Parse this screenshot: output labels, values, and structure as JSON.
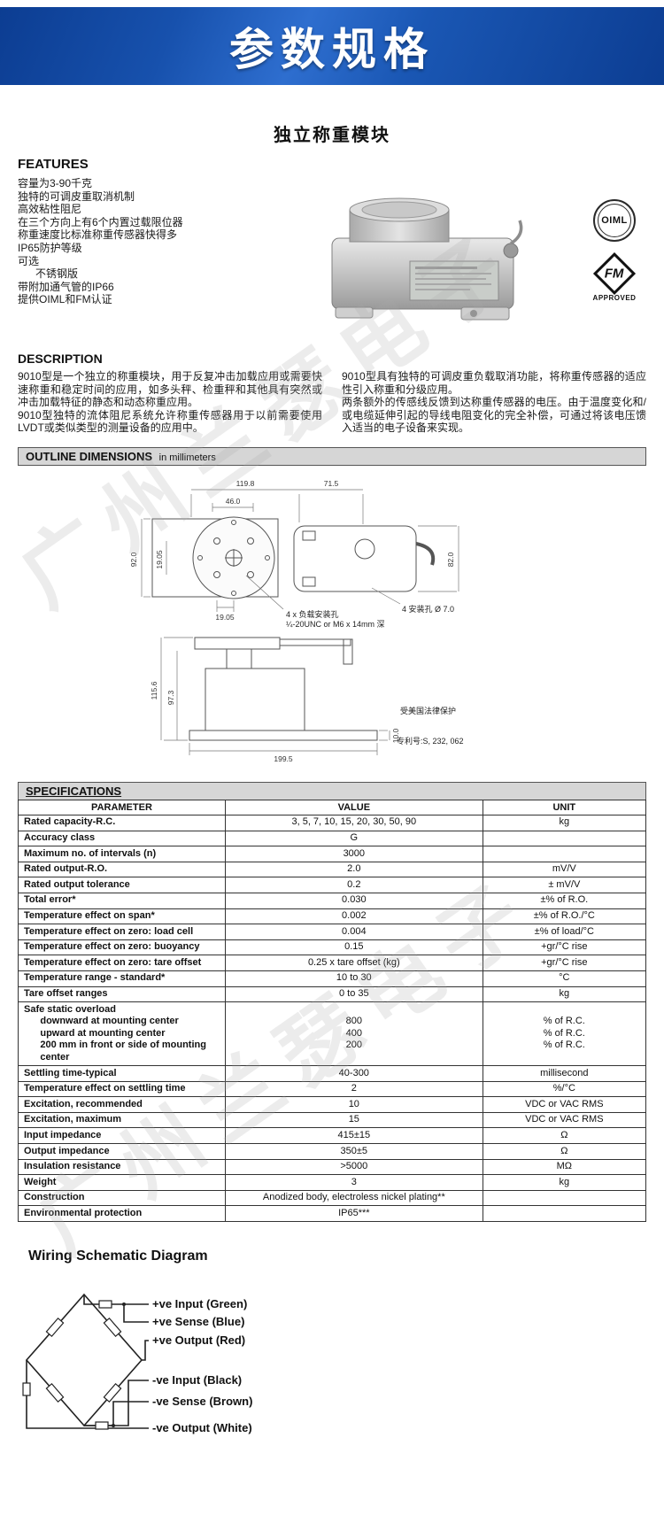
{
  "banner": {
    "title": "参数规格"
  },
  "watermark": {
    "text": "广州兰瑟电子"
  },
  "product": {
    "title": "独立称重模块"
  },
  "features": {
    "heading": "FEATURES",
    "items": [
      "容量为3-90千克",
      "独特的可调皮重取消机制",
      "高效粘性阻尼",
      "在三个方向上有6个内置过载限位器",
      "称重速度比标准称重传感器快得多",
      "IP65防护等级",
      "可选",
      "      不锈钢版",
      "带附加通气管的IP66",
      "提供OIML和FM认证"
    ]
  },
  "badges": {
    "oiml": "OIML",
    "fm": "FM",
    "fm_approved": "APPROVED"
  },
  "description": {
    "heading": "DESCRIPTION",
    "left": "9010型是一个独立的称重模块，用于反复冲击加载应用或需要快速称重和稳定时间的应用，如多头秤、检重秤和其他具有突然或冲击加载特征的静态和动态称重应用。\n9010型独特的流体阻尼系统允许称重传感器用于以前需要使用LVDT或类似类型的测量设备的应用中。",
    "right": "9010型具有独特的可调皮重负载取消功能，将称重传感器的适应性引入称重和分级应用。\n两条额外的传感线反馈到达称重传感器的电压。由于温度变化和/或电缆延伸引起的导线电阻变化的完全补偿，可通过将该电压馈入适当的电子设备来实现。"
  },
  "outline": {
    "heading": "OUTLINE DIMENSIONS",
    "subheading": "in millimeters",
    "dims": {
      "top_width_left": "119.8",
      "top_width_right": "71.5",
      "flange_width": "46.0",
      "plate_height": "92.0",
      "hole_offset_v": "19.05",
      "body_height": "82.0",
      "hole_offset_h": "19.05",
      "load_holes_note_1": "4 x 负载安装孔",
      "load_holes_note_2": "¼-20UNC or M6 x 14mm 深",
      "mount_holes_note": "4 安装孔 Ø 7.0",
      "side_height_total": "115.6",
      "side_height_body": "97.3",
      "base_thickness": "10.0",
      "base_length": "199.5",
      "patent_line1": "受美国法律保护",
      "patent_line2": "专利号:S, 232, 062"
    }
  },
  "specifications": {
    "heading": "SPECIFICATIONS",
    "columns": [
      "PARAMETER",
      "VALUE",
      "UNIT"
    ],
    "rows": [
      {
        "param": "Rated capacity-R.C.",
        "value": "3, 5, 7, 10, 15, 20, 30, 50, 90",
        "unit": "kg"
      },
      {
        "param": "Accuracy class",
        "value": "G",
        "unit": ""
      },
      {
        "param": "Maximum no. of intervals (n)",
        "value": "3000",
        "unit": ""
      },
      {
        "param": "Rated output-R.O.",
        "value": "2.0",
        "unit": "mV/V"
      },
      {
        "param": "Rated output tolerance",
        "value": "0.2",
        "unit": "± mV/V"
      },
      {
        "param": "Total error*",
        "value": "0.030",
        "unit": "±% of R.O."
      },
      {
        "param": "Temperature effect on span*",
        "value": "0.002",
        "unit": "±% of R.O./°C"
      },
      {
        "param": "Temperature effect on zero: load cell",
        "value": "0.004",
        "unit": "±% of load/°C"
      },
      {
        "param": "Temperature effect on zero: buoyancy",
        "value": "0.15",
        "unit": "+gr/°C rise"
      },
      {
        "param": "Temperature effect on zero: tare offset",
        "value": "0.25 x tare offset (kg)",
        "unit": "+gr/°C rise"
      },
      {
        "param": "Temperature range - standard*",
        "value": "10 to 30",
        "unit": "°C"
      },
      {
        "param": "Tare offset ranges",
        "value": "0 to 35",
        "unit": "kg"
      },
      {
        "param": "Safe static overload\n      downward at mounting center\n      upward at mounting center\n      200 mm in front or side of mounting\n      center",
        "value": "\n800\n400\n200",
        "unit": "\n% of R.C.\n% of R.C.\n% of R.C."
      },
      {
        "param": "Settling time-typical",
        "value": "40-300",
        "unit": "millisecond"
      },
      {
        "param": "Temperature effect on settling time",
        "value": "2",
        "unit": "%/°C"
      },
      {
        "param": "Excitation, recommended",
        "value": "10",
        "unit": "VDC or VAC RMS"
      },
      {
        "param": "Excitation, maximum",
        "value": "15",
        "unit": "VDC or VAC RMS"
      },
      {
        "param": "Input impedance",
        "value": "415±15",
        "unit": "Ω"
      },
      {
        "param": "Output impedance",
        "value": "350±5",
        "unit": "Ω"
      },
      {
        "param": "Insulation resistance",
        "value": ">5000",
        "unit": "MΩ"
      },
      {
        "param": "Weight",
        "value": "3",
        "unit": "kg"
      },
      {
        "param": "Construction",
        "value": "Anodized body, electroless nickel plating**",
        "unit": ""
      },
      {
        "param": "Environmental protection",
        "value": "IP65***",
        "unit": ""
      }
    ]
  },
  "wiring": {
    "heading": "Wiring Schematic Diagram",
    "labels": [
      "+ve Input  (Green)",
      "+ve Sense  (Blue)",
      "+ve Output  (Red)",
      "-ve Input  (Black)",
      "-ve Sense  (Brown)",
      "-ve Output  (White)"
    ]
  }
}
